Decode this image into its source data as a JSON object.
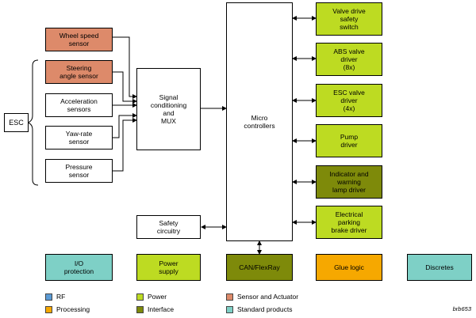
{
  "colors": {
    "sensor": "#dd8a6a",
    "power": "#bddb22",
    "interface": "#7e8a0a",
    "processing": "#f6a800",
    "standard": "#7ed0c6",
    "rf": "#5b9bd5"
  },
  "esc": "ESC",
  "sensors": {
    "wheel_speed": "Wheel speed\nsensor",
    "steering_angle": "Steering\nangle sensor",
    "acceleration": "Acceleration\nsensors",
    "yaw_rate": "Yaw-rate\nsensor",
    "pressure": "Pressure\nsensor"
  },
  "signal_conditioning": "Signal\nconditioning\nand\nMUX",
  "safety_circuitry": "Safety\ncircuitry",
  "micro_controllers": "Micro\ncontrollers",
  "outputs": {
    "valve_safety": "Valve drive\nsafety\nswitch",
    "abs_driver": "ABS valve\ndriver\n(8x)",
    "esc_driver": "ESC valve\ndriver\n(4x)",
    "pump_driver": "Pump\ndriver",
    "indicator_driver": "Indicator and\nwarning\nlamp driver",
    "parking_brake": "Electrical\nparking\nbrake driver"
  },
  "bottom": {
    "io_protection": "I/O\nprotection",
    "power_supply": "Power\nsupply",
    "can_flexray": "CAN/FlexRay",
    "glue_logic": "Glue logic",
    "discretes": "Discretes"
  },
  "legend": [
    {
      "label": "RF",
      "color": "#5b9bd5"
    },
    {
      "label": "Power",
      "color": "#bddb22"
    },
    {
      "label": "Sensor and Actuator",
      "color": "#dd8a6a"
    },
    {
      "label": "Processing",
      "color": "#f6a800"
    },
    {
      "label": "Interface",
      "color": "#7e8a0a"
    },
    {
      "label": "Standard products",
      "color": "#7ed0c6"
    }
  ],
  "credit": "brb653"
}
